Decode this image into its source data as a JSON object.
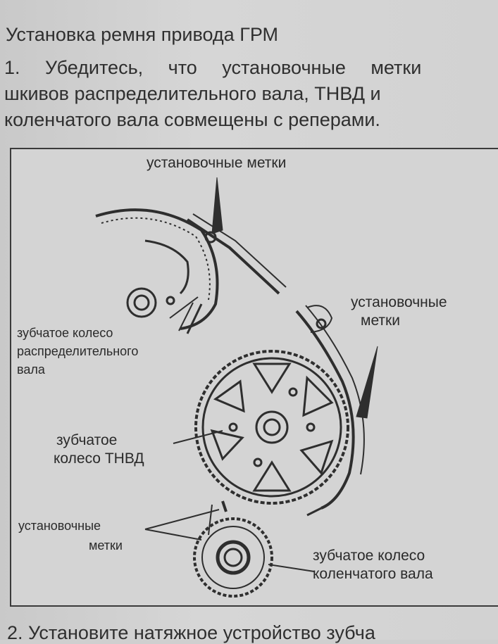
{
  "heading": "Установка ремня привода ГРМ",
  "step1": {
    "line1": "1. Убедитесь, что установочные метки",
    "line2": "шкивов распределительного вала, ТНВД и",
    "line3": "коленчатого вала совмещены с реперами."
  },
  "figure": {
    "labels": {
      "marks_top": "установочные метки",
      "marks_right_1": "установочные",
      "marks_right_2": "метки",
      "camshaft_1": "зубчатое колесо",
      "camshaft_2": "распределительного",
      "camshaft_3": "вала",
      "pump_1": "зубчатое",
      "pump_2": "колесо ТНВД",
      "marks_left_1": "установочные",
      "marks_left_2": "метки",
      "crank_1": "зубчатое колесо",
      "crank_2": "коленчатого вала"
    }
  },
  "step2": "2. Установите натяжное устройство зубча"
}
